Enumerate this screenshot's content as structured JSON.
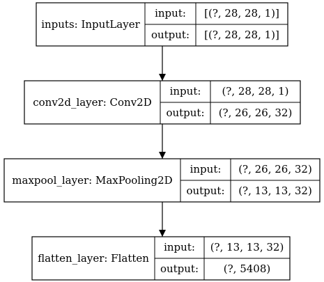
{
  "layers": [
    {
      "name": "inputs: InputLayer",
      "input_label": "input:",
      "input_value": "[(?, 28, 28, 1)]",
      "output_label": "output:",
      "output_value": "[(?, 28, 28, 1)]"
    },
    {
      "name": "conv2d_layer: Conv2D",
      "input_label": "input:",
      "input_value": "(?, 28, 28, 1)",
      "output_label": "output:",
      "output_value": "(?, 26, 26, 32)"
    },
    {
      "name": "maxpool_layer: MaxPooling2D",
      "input_label": "input:",
      "input_value": "(?, 26, 26, 32)",
      "output_label": "output:",
      "output_value": "(?, 13, 13, 32)"
    },
    {
      "name": "flatten_layer: Flatten",
      "input_label": "input:",
      "input_value": "(?, 13, 13, 32)",
      "output_label": "output:",
      "output_value": "(?, 5408)"
    }
  ],
  "colors": {
    "line": "#000000",
    "background": "#ffffff"
  }
}
